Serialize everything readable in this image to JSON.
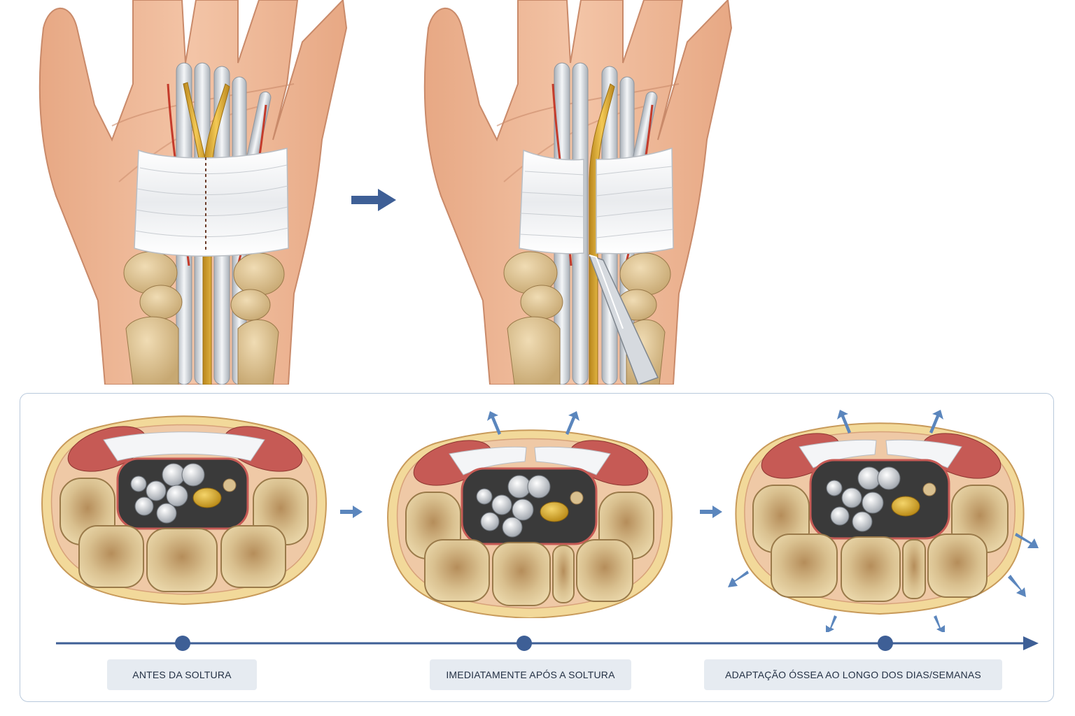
{
  "stages": [
    {
      "label": "ANTES DA SOLTURA"
    },
    {
      "label": "IMEDIATAMENTE APÓS A SOLTURA"
    },
    {
      "label": "ADAPTAÇÃO ÓSSEA AO LONGO DOS DIAS/SEMANAS"
    }
  ],
  "colors": {
    "skin": "#eab393",
    "skin_dark": "#c98a6a",
    "tendon": "#d9dde2",
    "nerve": "#e3b23c",
    "ligament": "#f2f2f2",
    "bone": "#d8bf92",
    "bone_dark": "#9a7a4a",
    "muscle": "#c65a55",
    "fat": "#f2d99a",
    "accent_blue": "#3e5f96",
    "arrow_blue": "#5b86bd"
  },
  "icons": [
    "arrow-right-icon",
    "expansion-arrow-icon",
    "timeline-marker-icon",
    "scalpel-icon"
  ]
}
